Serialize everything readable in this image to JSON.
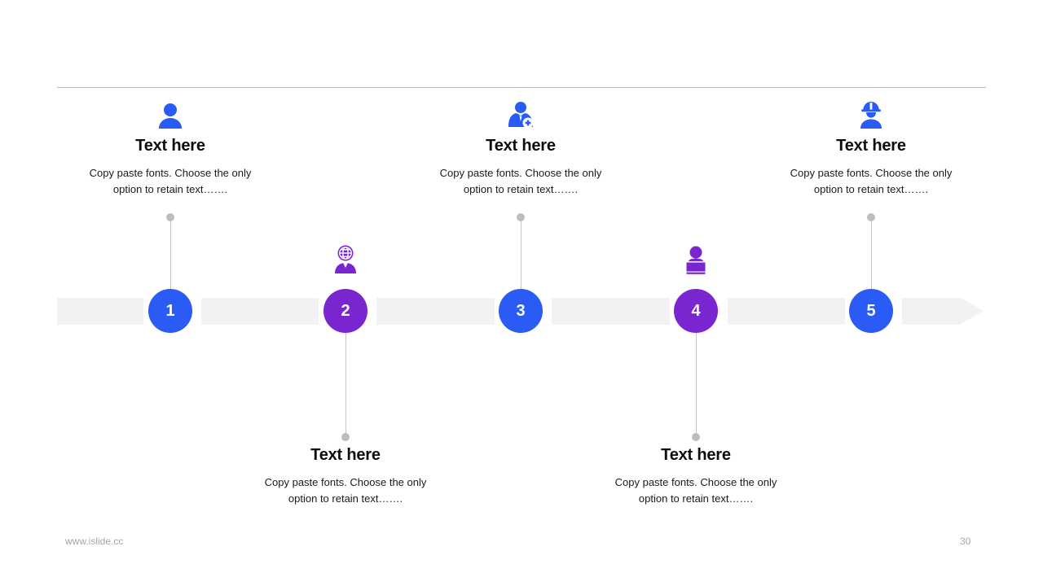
{
  "slide": {
    "page_number": "30",
    "footer_url": "www.islide.cc",
    "colors": {
      "blue": "#2a5cf5",
      "purple": "#7a26d0",
      "band": "#f2f2f2",
      "rule": "#b3b3b3",
      "connector": "#c4c4c4",
      "dot": "#bdbdbd",
      "footer_text": "#a6a6a6"
    }
  },
  "steps": [
    {
      "number": "1",
      "color": "#2a5cf5",
      "position": "top",
      "icon": "user-icon",
      "title": "Text here",
      "body": "Copy paste fonts. Choose the only option to retain text……."
    },
    {
      "number": "2",
      "color": "#7a26d0",
      "position": "bottom",
      "icon": "global-person-icon",
      "title": "Text here",
      "body": "Copy paste fonts. Choose the only option to retain text……."
    },
    {
      "number": "3",
      "color": "#2a5cf5",
      "position": "top",
      "icon": "doctor-icon",
      "title": "Text here",
      "body": "Copy paste fonts. Choose the only option to retain text……."
    },
    {
      "number": "4",
      "color": "#7a26d0",
      "position": "bottom",
      "icon": "speaker-podium-icon",
      "title": "Text here",
      "body": "Copy paste fonts. Choose the only option to retain text……."
    },
    {
      "number": "5",
      "color": "#2a5cf5",
      "position": "top",
      "icon": "construction-worker-icon",
      "title": "Text here",
      "body": "Copy paste fonts. Choose the only option to retain text……."
    }
  ]
}
